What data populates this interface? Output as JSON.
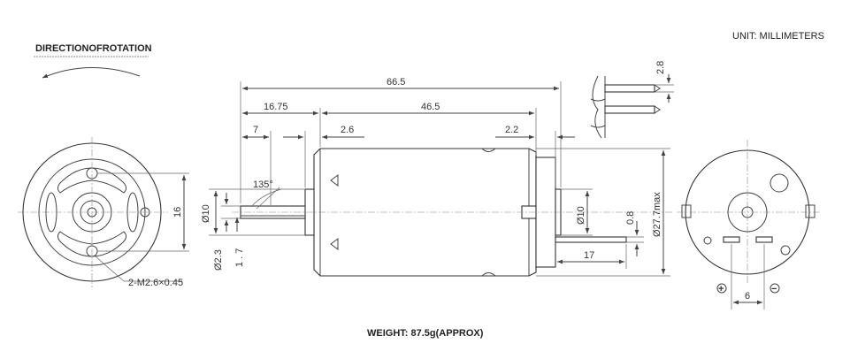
{
  "labels": {
    "direction_title": "DIRECTIONOFROTATION",
    "unit": "UNIT: MILLIMETERS",
    "weight": "WEIGHT: 87.5g(APPROX)",
    "hole_note": "2-M2.6×0.45",
    "plus": "+",
    "minus": "−"
  },
  "dimensions": {
    "overall_length": "66.5",
    "shaft_to_body": "16.75",
    "body_length": "46.5",
    "shaft_7": "7",
    "front_boss": "2.6",
    "rear_boss": "2.2",
    "terminal_width": "2.8",
    "mount_spacing": "16",
    "shaft_dia": "Ø2.3",
    "front_boss_dia": "Ø10",
    "flat": "1 . 7",
    "angle": "135°",
    "rear_boss_dia": "Ø10",
    "terminal_thickness": "0.8",
    "body_dia": "Ø27.7max",
    "terminal_length": "17",
    "terminal_spacing": "6"
  }
}
